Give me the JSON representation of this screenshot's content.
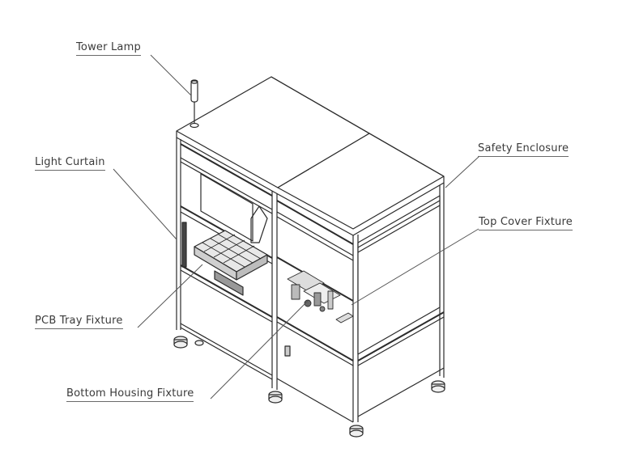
{
  "diagram": {
    "type": "isometric machine line drawing",
    "background": "#ffffff",
    "line_color": "#2b2b2b",
    "callouts": [
      {
        "id": "tower-lamp",
        "label": "Tower Lamp"
      },
      {
        "id": "light-curtain",
        "label": "Light Curtain"
      },
      {
        "id": "pcb-tray-fixture",
        "label": "PCB Tray Fixture"
      },
      {
        "id": "bottom-housing-fixture",
        "label": "Bottom Housing Fixture"
      },
      {
        "id": "safety-enclosure",
        "label": "Safety Enclosure"
      },
      {
        "id": "top-cover-fixture",
        "label": "Top Cover Fixture"
      }
    ]
  }
}
